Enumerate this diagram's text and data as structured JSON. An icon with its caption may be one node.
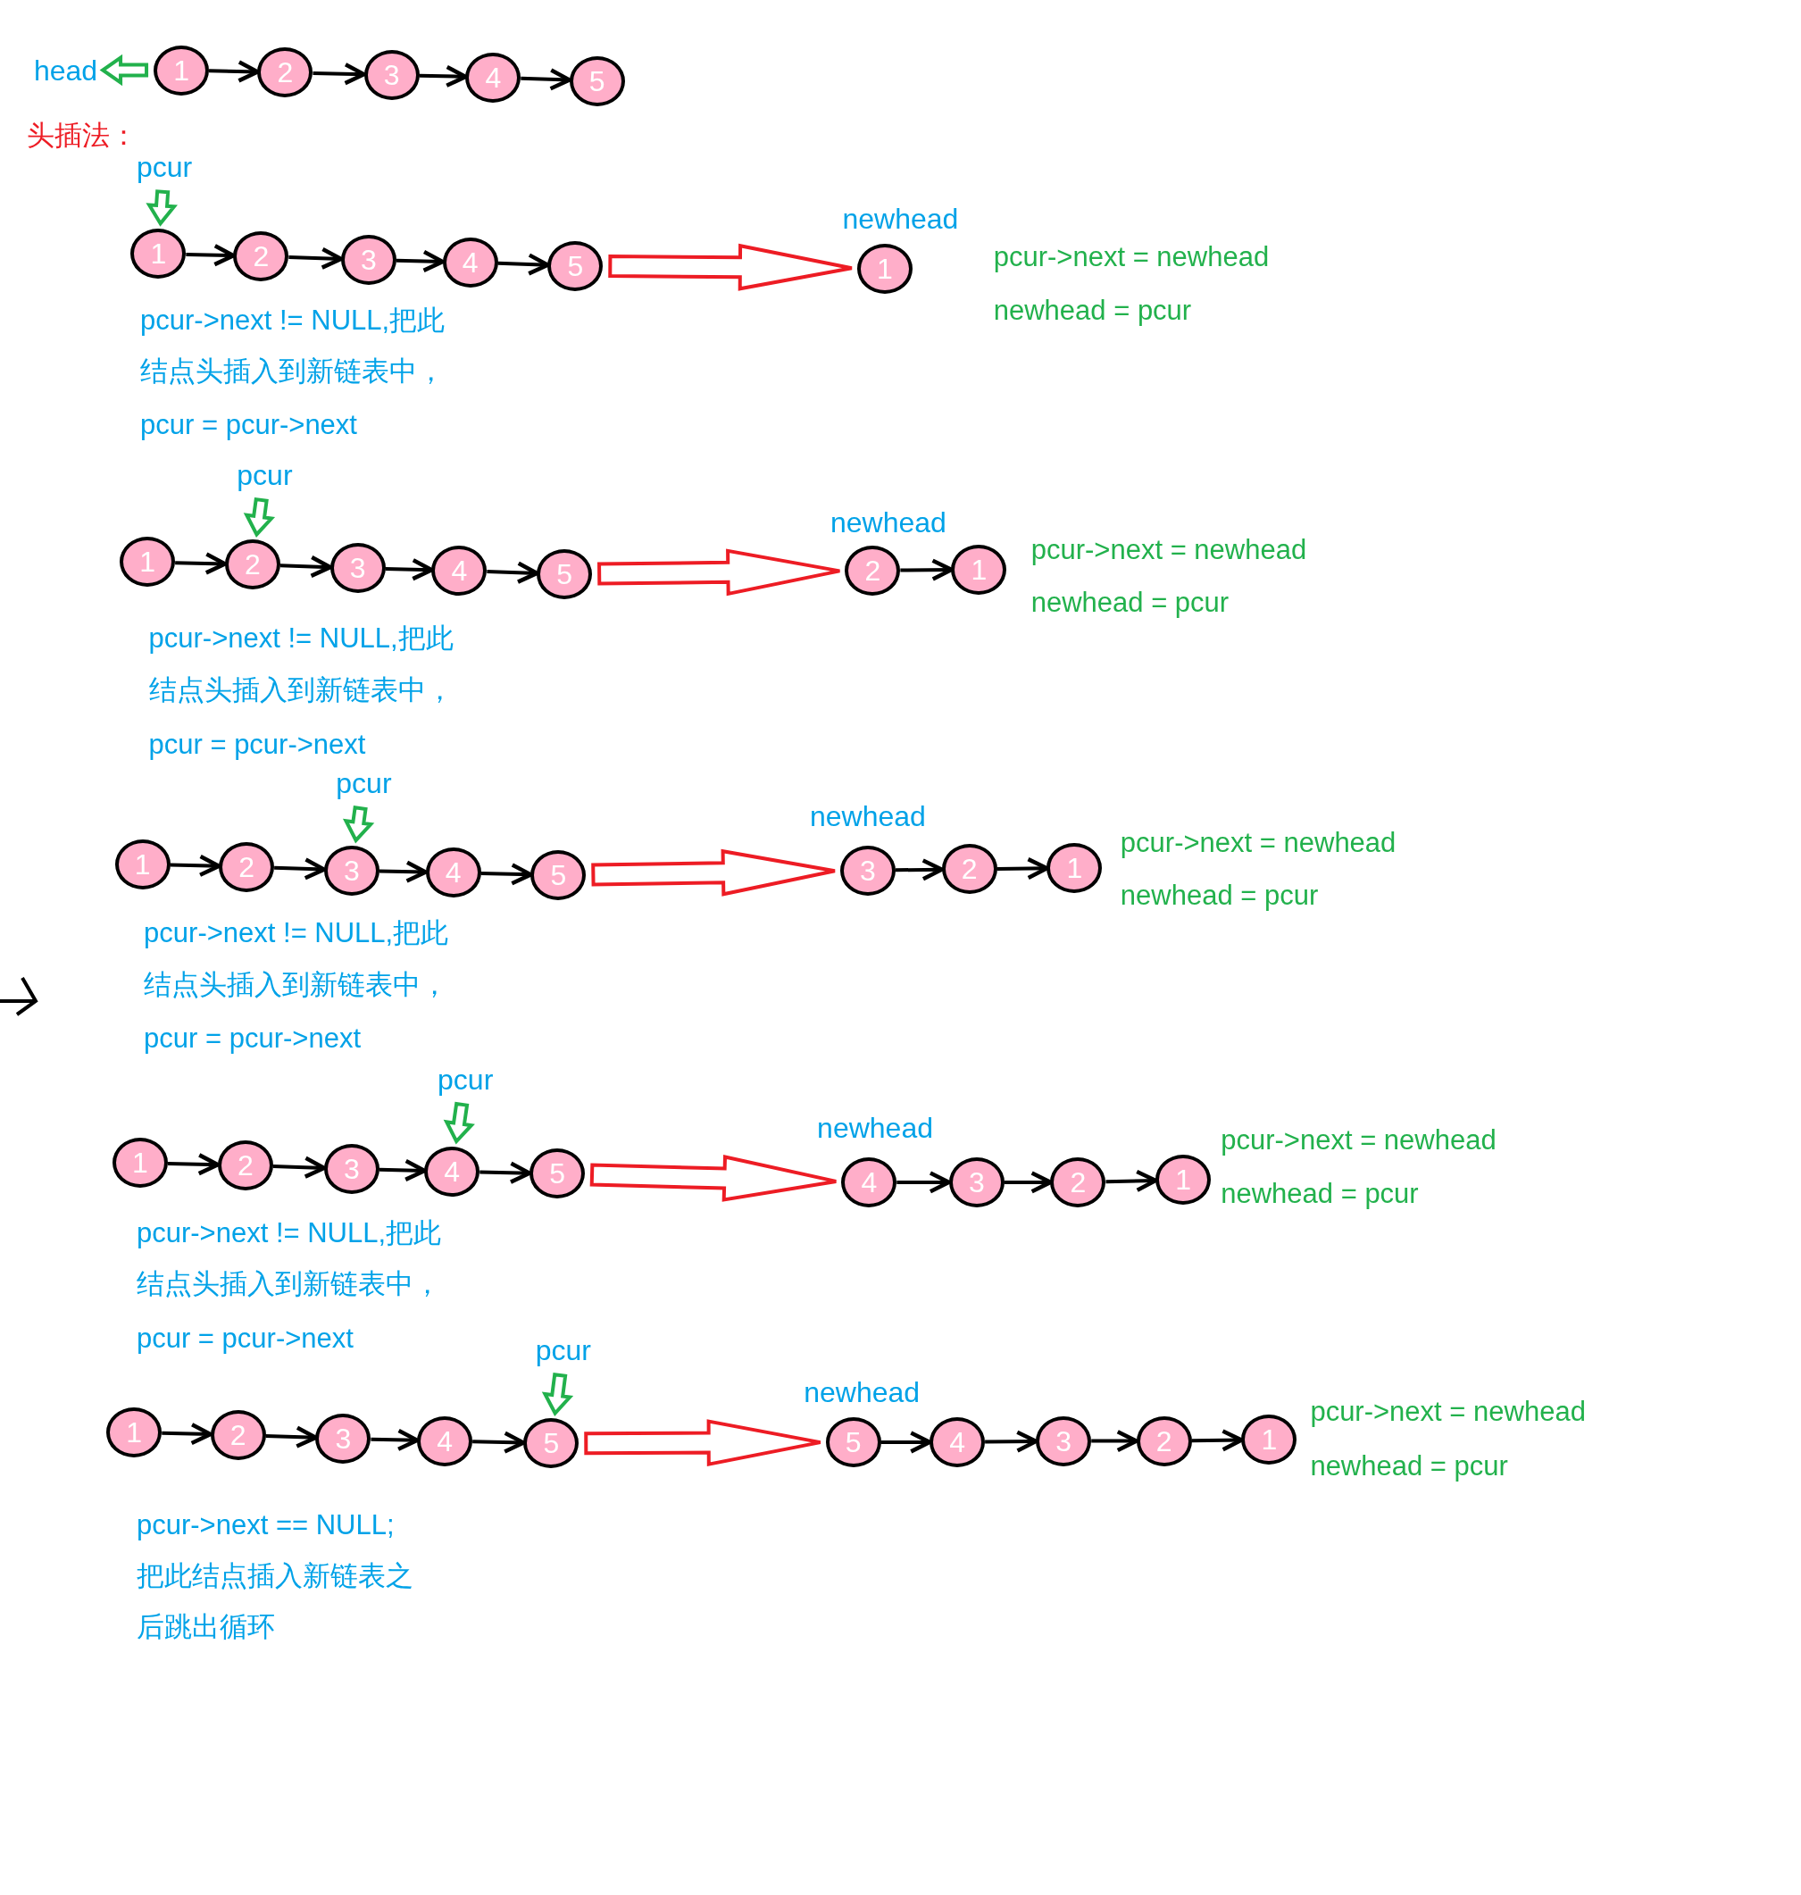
{
  "diagram": {
    "nodes": [
      {
        "text": [
          "head"
        ]
      },
      {
        "text": [
          "1"
        ]
      },
      {
        "text": [
          "2"
        ]
      },
      {
        "text": [
          "3"
        ]
      },
      {
        "text": [
          "4"
        ]
      },
      {
        "text": [
          "5"
        ]
      },
      {
        "text": [
          "pcur"
        ]
      },
      {
        "text": [
          "1"
        ]
      },
      {
        "text": [
          "2"
        ]
      },
      {
        "text": [
          "3"
        ]
      },
      {
        "text": [
          "4"
        ]
      },
      {
        "text": [
          "5"
        ]
      },
      {
        "text": [
          "newhead"
        ]
      },
      {
        "text": [
          "1"
        ]
      },
      {
        "text": [
          "pcur"
        ]
      },
      {
        "text": [
          "1"
        ]
      },
      {
        "text": [
          "2"
        ]
      },
      {
        "text": [
          "3"
        ]
      },
      {
        "text": [
          "4"
        ]
      },
      {
        "text": [
          "5"
        ]
      },
      {
        "text": [
          "newhead"
        ]
      },
      {
        "text": [
          "2"
        ]
      },
      {
        "text": [
          "1"
        ]
      },
      {
        "text": [
          "pcur"
        ]
      },
      {
        "text": [
          "1"
        ]
      },
      {
        "text": [
          "2"
        ]
      },
      {
        "text": [
          "3"
        ]
      },
      {
        "text": [
          "4"
        ]
      },
      {
        "text": [
          "5"
        ]
      },
      {
        "text": [
          "newhead"
        ]
      },
      {
        "text": [
          "3"
        ]
      },
      {
        "text": [
          "2"
        ]
      },
      {
        "text": [
          "1"
        ]
      },
      {
        "text": [
          "pcur"
        ]
      },
      {
        "text": [
          "1"
        ]
      },
      {
        "text": [
          "2"
        ]
      },
      {
        "text": [
          "3"
        ]
      },
      {
        "text": [
          "4"
        ]
      },
      {
        "text": [
          "5"
        ]
      },
      {
        "text": [
          "newhead"
        ]
      },
      {
        "text": [
          "4"
        ]
      },
      {
        "text": [
          "3"
        ]
      },
      {
        "text": [
          "2"
        ]
      },
      {
        "text": [
          "1"
        ]
      },
      {
        "text": [
          "pcur"
        ]
      },
      {
        "text": [
          "1"
        ]
      },
      {
        "text": [
          "2"
        ]
      },
      {
        "text": [
          "3"
        ]
      },
      {
        "text": [
          "4"
        ]
      },
      {
        "text": [
          "5"
        ]
      },
      {
        "text": [
          "newhead"
        ]
      },
      {
        "text": [
          "5"
        ]
      },
      {
        "text": [
          "4"
        ]
      },
      {
        "text": [
          "3"
        ]
      },
      {
        "text": [
          "2"
        ]
      },
      {
        "text": [
          "1"
        ]
      }
    ],
    "edges": [
      {
        "from": 1,
        "to": 0,
        "arrow": "to",
        "style": "thick",
        "color": "#22b14c"
      },
      {
        "from": 1,
        "to": 2,
        "arrow": "to"
      },
      {
        "from": 2,
        "to": 3,
        "arrow": "to"
      },
      {
        "from": 3,
        "to": 4,
        "arrow": "to"
      },
      {
        "from": 4,
        "to": 5,
        "arrow": "to"
      },
      {
        "from": 6,
        "to": 7,
        "arrow": "to",
        "style": "thick",
        "color": "#22b14c"
      },
      {
        "from": 7,
        "to": 8,
        "arrow": "to"
      },
      {
        "from": 8,
        "to": 9,
        "arrow": "to"
      },
      {
        "from": 9,
        "to": 10,
        "arrow": "to"
      },
      {
        "from": 10,
        "to": 11,
        "arrow": "to"
      },
      {
        "from": 11,
        "to": 13,
        "arrow": "to",
        "style": "thick",
        "color": "#ed1c24"
      },
      {
        "from": 14,
        "to": 16,
        "arrow": "to",
        "style": "thick",
        "color": "#22b14c"
      },
      {
        "from": 15,
        "to": 16,
        "arrow": "to"
      },
      {
        "from": 16,
        "to": 17,
        "arrow": "to"
      },
      {
        "from": 17,
        "to": 18,
        "arrow": "to"
      },
      {
        "from": 18,
        "to": 19,
        "arrow": "to"
      },
      {
        "from": 19,
        "to": 21,
        "arrow": "to",
        "style": "thick",
        "color": "#ed1c24"
      },
      {
        "from": 21,
        "to": 22,
        "arrow": "to"
      },
      {
        "from": 23,
        "to": 26,
        "arrow": "to",
        "style": "thick",
        "color": "#22b14c"
      },
      {
        "from": 24,
        "to": 25,
        "arrow": "to"
      },
      {
        "from": 25,
        "to": 26,
        "arrow": "to"
      },
      {
        "from": 26,
        "to": 27,
        "arrow": "to"
      },
      {
        "from": 27,
        "to": 28,
        "arrow": "to"
      },
      {
        "from": 28,
        "to": 30,
        "arrow": "to",
        "style": "thick",
        "color": "#ed1c24"
      },
      {
        "from": 30,
        "to": 31,
        "arrow": "to"
      },
      {
        "from": 31,
        "to": 32,
        "arrow": "to"
      },
      {
        "from": 33,
        "to": 37,
        "arrow": "to",
        "style": "thick",
        "color": "#22b14c"
      },
      {
        "from": 34,
        "to": 35,
        "arrow": "to"
      },
      {
        "from": 35,
        "to": 36,
        "arrow": "to"
      },
      {
        "from": 36,
        "to": 37,
        "arrow": "to"
      },
      {
        "from": 37,
        "to": 38,
        "arrow": "to"
      },
      {
        "from": 38,
        "to": 40,
        "arrow": "to",
        "style": "thick",
        "color": "#ed1c24"
      },
      {
        "from": 40,
        "to": 41,
        "arrow": "to"
      },
      {
        "from": 41,
        "to": 42,
        "arrow": "to"
      },
      {
        "from": 42,
        "to": 43,
        "arrow": "to"
      },
      {
        "from": 44,
        "to": 49,
        "arrow": "to",
        "style": "thick",
        "color": "#22b14c"
      },
      {
        "from": 45,
        "to": 46,
        "arrow": "to"
      },
      {
        "from": 46,
        "to": 47,
        "arrow": "to"
      },
      {
        "from": 47,
        "to": 48,
        "arrow": "to"
      },
      {
        "from": 48,
        "to": 49,
        "arrow": "to"
      },
      {
        "from": 49,
        "to": 51,
        "arrow": "to",
        "style": "thick",
        "color": "#ed1c24"
      },
      {
        "from": 51,
        "to": 52,
        "arrow": "to"
      },
      {
        "from": 52,
        "to": 53,
        "arrow": "to"
      },
      {
        "from": 53,
        "to": 54,
        "arrow": "to"
      },
      {
        "from": 54,
        "to": 55,
        "arrow": "to"
      }
    ],
    "labels": [
      "头插法：",
      "pcur->next = newhead",
      "newhead = pcur",
      "pcur->next != NULL,把此",
      "结点头插入到新链表中，",
      "pcur = pcur->next",
      "pcur->next = newhead",
      "newhead = pcur",
      "pcur->next != NULL,把此",
      "结点头插入到新链表中，",
      "pcur = pcur->next",
      "pcur->next = newhead",
      "newhead = pcur",
      "pcur->next != NULL,把此",
      "结点头插入到新链表中，",
      "pcur = pcur->next",
      "pcur->next = newhead",
      "newhead = pcur",
      "pcur->next != NULL,把此",
      "结点头插入到新链表中，",
      "pcur = pcur->next",
      "pcur->next = newhead",
      "newhead = pcur",
      "pcur->next == NULL;",
      "把此结点插入新链表之",
      "后跳出循环"
    ]
  }
}
